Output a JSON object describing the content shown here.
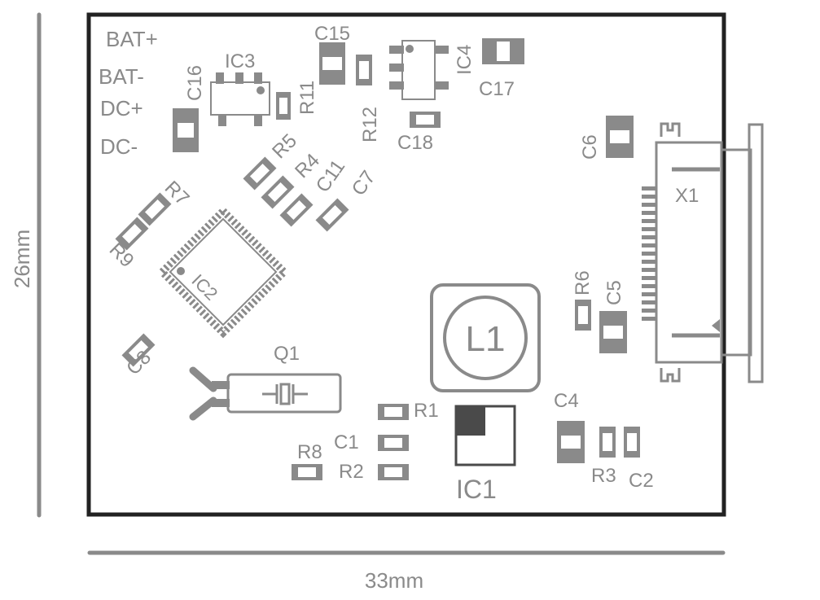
{
  "dimensions": {
    "width": "33mm",
    "height": "26mm"
  },
  "pins": {
    "bat_plus": "BAT+",
    "bat_minus": "BAT-",
    "dc_plus": "DC+",
    "dc_minus": "DC-"
  },
  "labels": {
    "ic1": "IC1",
    "ic2": "IC2",
    "ic3": "IC3",
    "ic4": "IC4",
    "l1": "L1",
    "q1": "Q1",
    "x1": "X1",
    "c1": "C1",
    "c2": "C2",
    "c4": "C4",
    "c5": "C5",
    "c6": "C6",
    "c7": "C7",
    "c8": "C8",
    "c11": "C11",
    "c15": "C15",
    "c16": "C16",
    "c17": "C17",
    "c18": "C18",
    "r1": "R1",
    "r2": "R2",
    "r3": "R3",
    "r4": "R4",
    "r5": "R5",
    "r6": "R6",
    "r7": "R7",
    "r8": "R8",
    "r9": "R9",
    "r11": "R11",
    "r12": "R12"
  }
}
